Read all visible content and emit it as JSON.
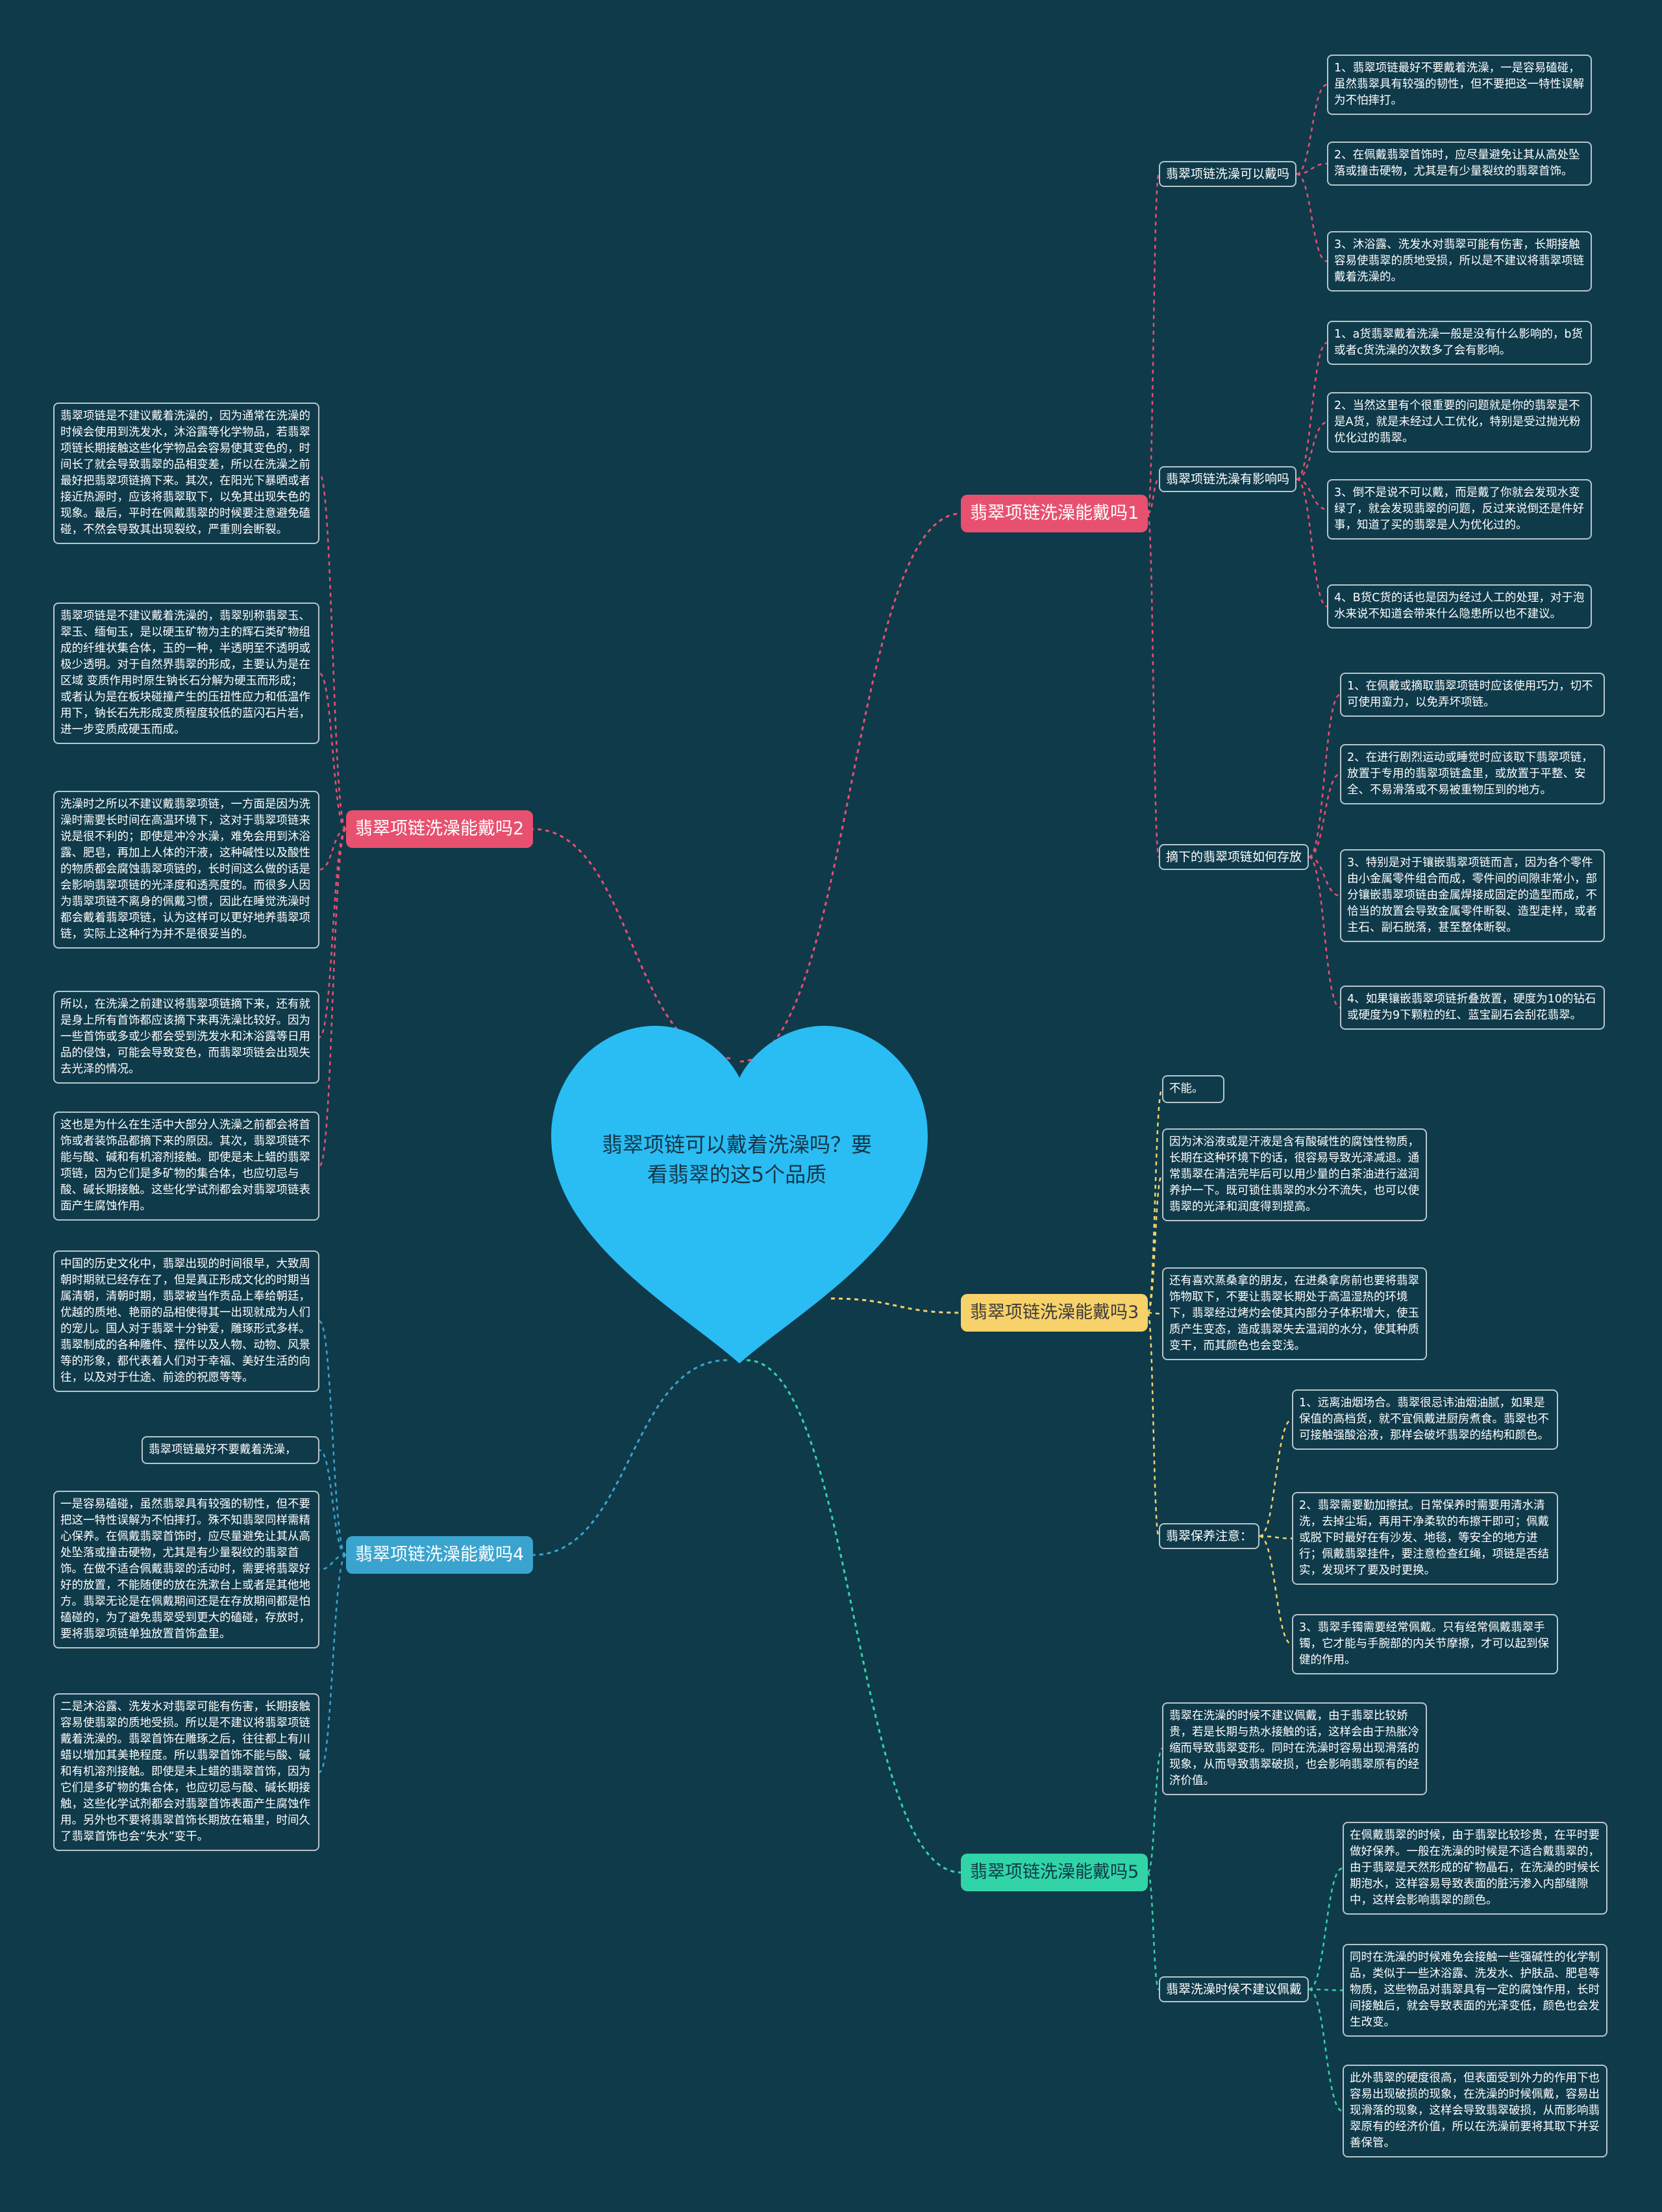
{
  "center": {
    "title": "翡翠项链可以戴着洗澡吗？要看翡翠的这5个品质",
    "color": "#29bdf4"
  },
  "branches": [
    {
      "label": "翡翠项链洗澡能戴吗1",
      "color": "#e8506f"
    },
    {
      "label": "翡翠项链洗澡能戴吗2",
      "color": "#e8506f"
    },
    {
      "label": "翡翠项链洗澡能戴吗3",
      "color": "#f7d26a"
    },
    {
      "label": "翡翠项链洗澡能戴吗4",
      "color": "#3aa4cf"
    },
    {
      "label": "翡翠项链洗澡能戴吗5",
      "color": "#31d4a6"
    }
  ],
  "b1": {
    "sub1": {
      "label": "翡翠项链洗澡可以戴吗",
      "notes": [
        "1、翡翠项链最好不要戴着洗澡，一是容易磕碰，虽然翡翠具有较强的韧性，但不要把这一特性误解为不怕摔打。",
        "2、在佩戴翡翠首饰时，应尽量避免让其从高处坠落或撞击硬物，尤其是有少量裂纹的翡翠首饰。",
        "3、沐浴露、洗发水对翡翠可能有伤害，长期接触容易使翡翠的质地受损，所以是不建议将翡翠项链戴着洗澡的。"
      ]
    },
    "sub2": {
      "label": "翡翠项链洗澡有影响吗",
      "notes": [
        "1、a货翡翠戴着洗澡一般是没有什么影响的，b货或者c货洗澡的次数多了会有影响。",
        "2、当然这里有个很重要的问题就是你的翡翠是不是A货，就是未经过人工优化，特别是受过抛光粉优化过的翡翠。",
        "3、倒不是说不可以戴，而是戴了你就会发现水变绿了，就会发现翡翠的问题，反过来说倒还是件好事，知道了买的翡翠是人为优化过的。",
        "4、B货C货的话也是因为经过人工的处理，对于泡水来说不知道会带来什么隐患所以也不建议。"
      ]
    },
    "sub3": {
      "label": "摘下的翡翠项链如何存放",
      "notes": [
        "1、在佩戴或摘取翡翠项链时应该使用巧力，切不可使用蛮力，以免弄坏项链。",
        "2、在进行剧烈运动或睡觉时应该取下翡翠项链，放置于专用的翡翠项链盒里，或放置于平整、安全、不易滑落或不易被重物压到的地方。",
        "3、特别是对于镶嵌翡翠项链而言，因为各个零件由小金属零件组合而成，零件间的间隙非常小，部分镶嵌翡翠项链由金属焊接成固定的造型而成，不恰当的放置会导致金属零件断裂、造型走样，或者主石、副石脱落，甚至整体断裂。",
        "4、如果镶嵌翡翠项链折叠放置，硬度为10的钻石或硬度为9下颗粒的红、蓝宝副石会刮花翡翠。"
      ]
    }
  },
  "b2": {
    "notes": [
      "翡翠项链是不建议戴着洗澡的，因为通常在洗澡的时候会使用到洗发水，沐浴露等化学物品，若翡翠项链长期接触这些化学物品会容易使其变色的，时间长了就会导致翡翠的品相变差，所以在洗澡之前最好把翡翠项链摘下来。其次，在阳光下暴晒或者接近热源时，应该将翡翠取下，以免其出现失色的现象。最后，平时在佩戴翡翠的时候要注意避免磕碰，不然会导致其出现裂纹，严重则会断裂。",
      "翡翠项链是不建议戴着洗澡的，翡翠别称翡翠玉、翠玉、缅甸玉，是以硬玉矿物为主的辉石类矿物组成的纤维状集合体，玉的一种，半透明至不透明或极少透明。对于自然界翡翠的形成，主要认为是在区域 变质作用时原生钠长石分解为硬玉而形成；或者认为是在板块碰撞产生的压扭性应力和低温作用下，钠长石先形成变质程度较低的蓝闪石片岩，进一步变质成硬玉而成。",
      "洗澡时之所以不建议戴翡翠项链，一方面是因为洗澡时需要长时间在高温环境下，这对于翡翠项链来说是很不利的；即使是冲冷水澡，难免会用到沐浴露、肥皂，再加上人体的汗液，这种碱性以及酸性的物质都会腐蚀翡翠项链的，长时间这么做的话是会影响翡翠项链的光泽度和透亮度的。而很多人因为翡翠项链不离身的佩戴习惯，因此在睡觉洗澡时都会戴着翡翠项链，认为这样可以更好地养翡翠项链，实际上这种行为并不是很妥当的。",
      "所以，在洗澡之前建议将翡翠项链摘下来，还有就是身上所有首饰都应该摘下来再洗澡比较好。因为一些首饰或多或少都会受到洗发水和沐浴露等日用品的侵蚀，可能会导致变色，而翡翠项链会出现失去光泽的情况。",
      "这也是为什么在生活中大部分人洗澡之前都会将首饰或者装饰品都摘下来的原因。其次，翡翠项链不能与酸、碱和有机溶剂接触。即使是未上蜡的翡翠项链，因为它们是多矿物的集合体，也应切忌与酸、碱长期接触。这些化学试剂都会对翡翠项链表面产生腐蚀作用。"
    ]
  },
  "b3": {
    "notes": [
      "不能。",
      "因为沐浴液或是汗液是含有酸碱性的腐蚀性物质，长期在这种环境下的话，很容易导致光泽减退。通常翡翠在清洁完毕后可以用少量的白茶油进行滋润养护一下。既可锁住翡翠的水分不流失，也可以使翡翠的光泽和润度得到提高。",
      "还有喜欢蒸桑拿的朋友，在进桑拿房前也要将翡翠饰物取下，不要让翡翠长期处于高温湿热的环境下，翡翠经过烤灼会使其内部分子体积增大，使玉质产生变态，造成翡翠失去温润的水分，使其种质变干，而其颜色也会变浅。"
    ],
    "sub": {
      "label": "翡翠保养注意：",
      "notes": [
        "1、远离油烟场合。翡翠很忌讳油烟油腻，如果是保值的高档货，就不宜佩戴进厨房煮食。翡翠也不可接触强酸浴液，那样会破坏翡翠的结构和颜色。",
        "2、翡翠需要勤加擦拭。日常保养时需要用清水清洗，去掉尘垢，再用干净柔软的布擦干即可；佩戴或脱下时最好在有沙发、地毯，等安全的地方进行；佩戴翡翠挂件，要注意检查红绳，项链是否结实，发现坏了要及时更换。",
        "3、翡翠手镯需要经常佩戴。只有经常佩戴翡翠手镯，它才能与手腕部的内关节摩擦，才可以起到保健的作用。"
      ]
    }
  },
  "b4": {
    "notes": [
      "中国的历史文化中，翡翠出现的时间很早，大致周朝时期就已经存在了，但是真正形成文化的时期当属清朝，清朝时期，翡翠被当作贡品上奉给朝廷，优越的质地、艳丽的品相使得其一出现就成为人们的宠儿。国人对于翡翠十分钟爱，雕琢形式多样。翡翠制成的各种雕件、摆件以及人物、动物、风景等的形象，都代表着人们对于幸福、美好生活的向往，以及对于仕途、前途的祝愿等等。",
      "翡翠项链最好不要戴着洗澡，",
      "一是容易磕碰，虽然翡翠具有较强的韧性，但不要把这一特性误解为不怕摔打。殊不知翡翠同样需精心保养。在佩戴翡翠首饰时，应尽量避免让其从高处坠落或撞击硬物，尤其是有少量裂纹的翡翠首饰。在做不适合佩戴翡翠的活动时，需要将翡翠好好的放置，不能随便的放在洗漱台上或者是其他地方。翡翠无论是在佩戴期间还是在存放期间都是怕磕碰的，为了避免翡翠受到更大的磕碰，存放时，要将翡翠项链单独放置首饰盒里。",
      "二是沐浴露、洗发水对翡翠可能有伤害，长期接触容易使翡翠的质地受损。所以是不建议将翡翠项链戴着洗澡的。翡翠首饰在雕琢之后，往往都上有川蜡以增加其美艳程度。所以翡翠首饰不能与酸、碱和有机溶剂接触。即使是未上蜡的翡翠首饰，因为它们是多矿物的集合体，也应切忌与酸、碱长期接触，这些化学试剂都会对翡翠首饰表面产生腐蚀作用。另外也不要将翡翠首饰长期放在箱里，时间久了翡翠首饰也会“失水”变干。"
    ]
  },
  "b5": {
    "note": "翡翠在洗澡的时候不建议佩戴，由于翡翠比较娇贵，若是长期与热水接触的话，这样会由于热胀冷缩而导致翡翠变形。同时在洗澡时容易出现滑落的现象，从而导致翡翠破损，也会影响翡翠原有的经济价值。",
    "sub": {
      "label": "翡翠洗澡时候不建议佩戴",
      "notes": [
        "在佩戴翡翠的时候，由于翡翠比较珍贵，在平时要做好保养。一般在洗澡的时候是不适合戴翡翠的，由于翡翠是天然形成的矿物晶石，在洗澡的时候长期泡水，这样容易导致表面的脏污渗入内部缝隙中，这样会影响翡翠的颜色。",
        "同时在洗澡的时候难免会接触一些强碱性的化学制品，类似于一些沐浴露、洗发水、护肤品、肥皂等物质，这些物品对翡翠具有一定的腐蚀作用，长时间接触后，就会导致表面的光泽变低，颜色也会发生改变。",
        "此外翡翠的硬度很高，但表面受到外力的作用下也容易出现破损的现象，在洗澡的时候佩戴，容易出现滑落的现象，这样会导致翡翠破损，从而影响翡翠原有的经济价值，所以在洗澡前要将其取下并妥善保管。"
      ]
    }
  },
  "colors": {
    "background": "#0f3a4a",
    "note_border": "#b8c6cc"
  }
}
